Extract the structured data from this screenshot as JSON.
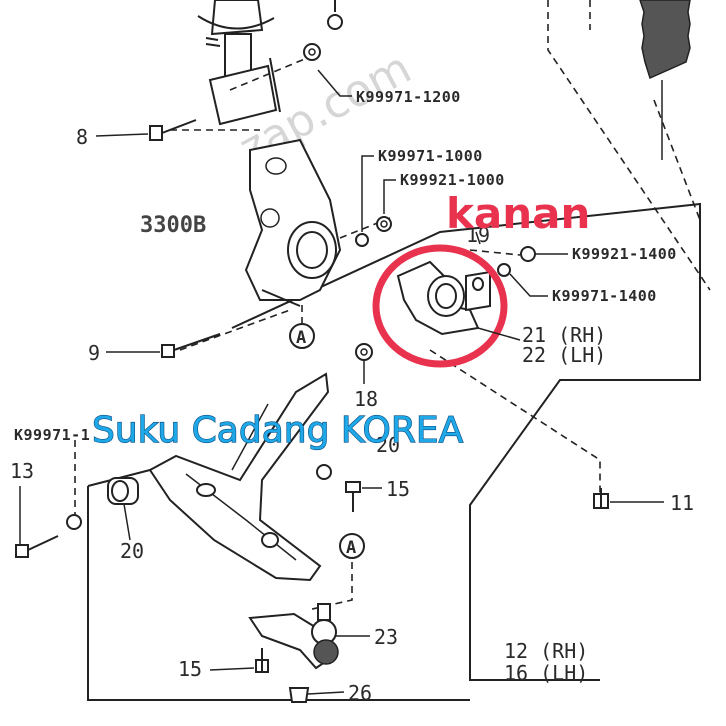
{
  "watermark": "zap.com",
  "badge_text": "kanan",
  "brand_text": "Suku Cadang KOREA",
  "diagram_code": "3300B",
  "callout_A": "A",
  "labels": {
    "k99971_1200": "K99971-1200",
    "k99971_1000": "K99971-1000",
    "k99921_1000": "K99921-1000",
    "k99921_1400": "K99921-1400",
    "k99971_1400": "K99971-1400",
    "k99971_partial": "K99971-1",
    "n8": "8",
    "n9": "9",
    "n11": "11",
    "n13": "13",
    "n15a": "15",
    "n15b": "15",
    "n18": "18",
    "n19": "19",
    "n20": "20",
    "n20b": "20",
    "n21": "21 (RH)",
    "n22": "22 (LH)",
    "n12": "12 (RH)",
    "n16": "16 (LH)",
    "n23": "23",
    "n26": "26"
  }
}
